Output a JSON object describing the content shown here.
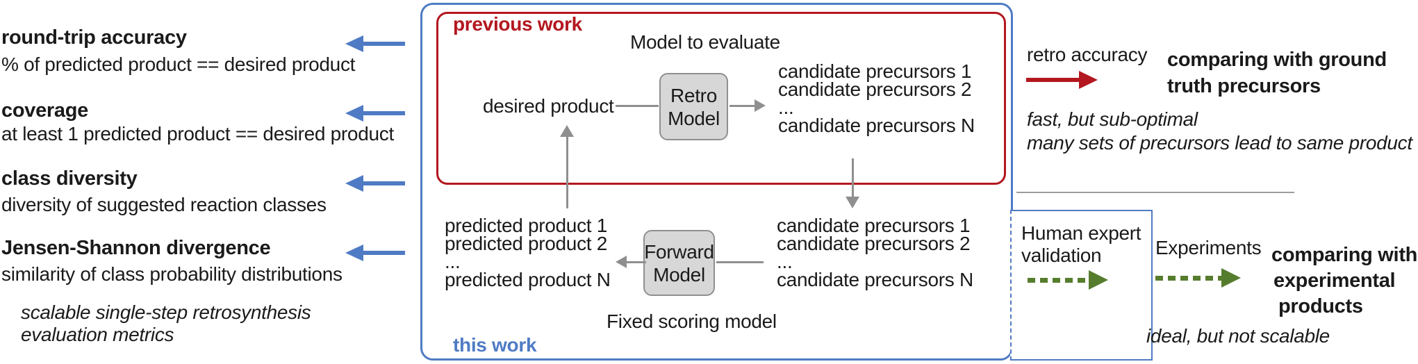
{
  "colors": {
    "blue": "#4f7bc4",
    "red": "#b3171f",
    "green": "#567d2e",
    "gray_arrow": "#8f8f8f",
    "model_box_fill": "#d7d7d7",
    "divider_gray": "#9c9c9c"
  },
  "metrics": {
    "items": [
      {
        "title": "round-trip accuracy",
        "desc": "% of predicted product == desired product"
      },
      {
        "title": "coverage",
        "desc": "at least 1 predicted product == desired product"
      },
      {
        "title": "class diversity",
        "desc": "diversity of suggested reaction classes"
      },
      {
        "title": "Jensen-Shannon divergence",
        "desc": "similarity of class probability distributions"
      }
    ],
    "note_line1": "scalable single-step retrosynthesis",
    "note_line2": "evaluation metrics"
  },
  "diagram": {
    "previous_work_label": "previous work",
    "this_work_label": "this work",
    "model_to_evaluate": "Model to evaluate",
    "fixed_scoring_model": "Fixed scoring model",
    "desired_product": "desired product",
    "retro_model_line1": "Retro",
    "retro_model_line2": "Model",
    "forward_model_line1": "Forward",
    "forward_model_line2": "Model",
    "candidates_top": [
      "candidate precursors 1",
      "candidate precursors 2",
      "...",
      "candidate precursors N"
    ],
    "candidates_bottom": [
      "candidate precursors 1",
      "candidate precursors 2",
      "...",
      "candidate precursors N"
    ],
    "predicted": [
      "predicted product 1",
      "predicted product 2",
      "...",
      "predicted product N"
    ]
  },
  "right": {
    "retro_accuracy_label": "retro accuracy",
    "ground_truth_line1": "comparing with ground",
    "ground_truth_line2": "truth precursors",
    "fast_note_line1": "fast, but sub-optimal",
    "fast_note_line2": "many sets of precursors lead to same product",
    "human_expert_line1": "Human expert",
    "human_expert_line2": "validation",
    "experiments_label": "Experiments",
    "experimental_line1": "comparing with",
    "experimental_line2": "experimental",
    "experimental_line3": "products",
    "ideal_note": "ideal, but not scalable"
  }
}
